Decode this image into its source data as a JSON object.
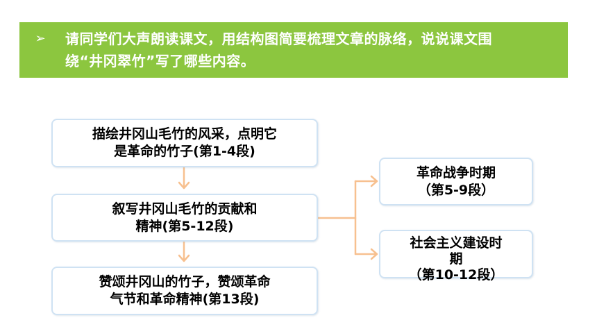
{
  "banner": {
    "bullet": "➢",
    "line1": "请同学们大声朗读课文，用结构图简要梳理文章的脉络，说说课文围",
    "line2": "绕“井冈翠竹”写了哪些内容。"
  },
  "diagram": {
    "box1": {
      "line1": "描绘井冈山毛竹的风采，点明它",
      "line2": "是革命的竹子(第1-4段)"
    },
    "box2": {
      "line1": "叙写井冈山毛竹的贡献和",
      "line2": "精神(第5-12段)"
    },
    "box3": {
      "line1": "赞颂井冈山的竹子，赞颂革命",
      "line2": "气节和革命精神(第13段)"
    },
    "box4": {
      "line1": "革命战争时期",
      "line2": "（第5-9段）"
    },
    "box5": {
      "line1": "社会主义建设时",
      "line2": "期",
      "line3": "（第10-12段）"
    }
  },
  "colors": {
    "banner_bg": "#8cc63f",
    "box_border": "#cfe2f3",
    "arrow": "#f7c08f"
  }
}
